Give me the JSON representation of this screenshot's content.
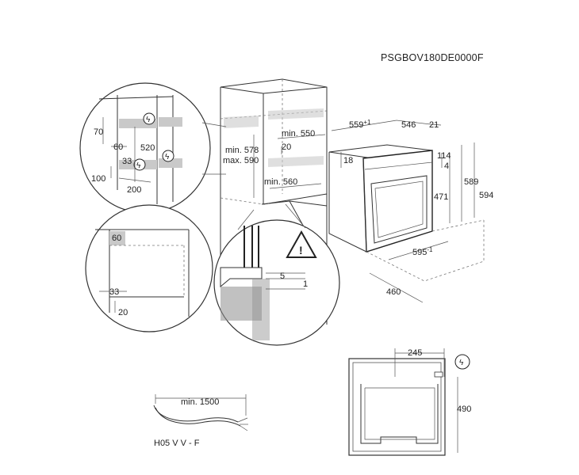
{
  "model_code": "PSGBOV180DE0000F",
  "cabinet": {
    "min_width": "min. 550",
    "min_height": "min. 578",
    "max_height": "max. 590",
    "depth": "min. 560",
    "gap": "20"
  },
  "detail_top_left": {
    "d1": "70",
    "d2": "60",
    "d3": "520",
    "d4": "33",
    "d5": "100",
    "d6": "200"
  },
  "detail_bottom_left": {
    "d1": "60",
    "d2": "33",
    "d3": "20"
  },
  "detail_bottom_center": {
    "d1": "5",
    "d2": "1"
  },
  "oven": {
    "depth_total": "559",
    "depth_total_sup": "+1",
    "depth_body": "546",
    "front": "21",
    "top_offset": "18",
    "d114": "114",
    "d4": "4",
    "d471": "471",
    "d589": "589",
    "d594": "594",
    "width": "595",
    "width_sup": "-1",
    "d460": "460"
  },
  "cable": {
    "length": "min. 1500",
    "type": "H05 V V - F"
  },
  "back_view": {
    "width": "245",
    "height": "490"
  }
}
